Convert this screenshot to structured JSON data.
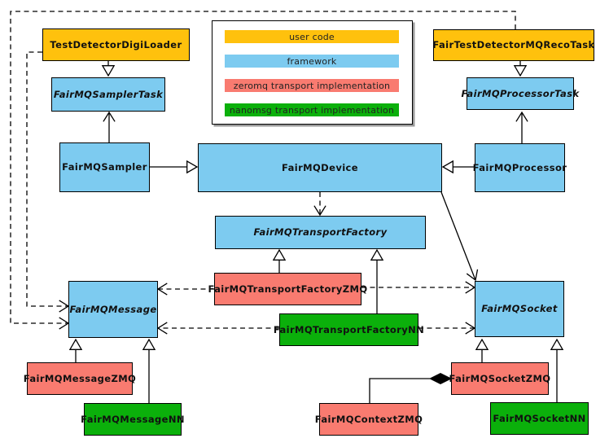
{
  "palette": {
    "user_code": "#FFC10D",
    "framework": "#7DCBF0",
    "zeromq": "#F97B70",
    "nanomsg": "#0BB00B",
    "edge": "#000000",
    "background": "#FFFFFF"
  },
  "legend": {
    "items": [
      {
        "label": "user code",
        "type": "user_code"
      },
      {
        "label": "framework",
        "type": "framework"
      },
      {
        "label": "zeromq transport implementation",
        "type": "zeromq"
      },
      {
        "label": "nanomsg transport implementation",
        "type": "nanomsg"
      }
    ]
  },
  "nodes": {
    "digiLoader": {
      "label": "TestDetectorDigiLoader",
      "type": "user_code",
      "abstract": false
    },
    "recoTask": {
      "label": "FairTestDetectorMQRecoTask",
      "type": "user_code",
      "abstract": false
    },
    "samplerTask": {
      "label": "FairMQSamplerTask",
      "type": "framework",
      "abstract": true
    },
    "processorTask": {
      "label": "FairMQProcessorTask",
      "type": "framework",
      "abstract": true
    },
    "sampler": {
      "label": "FairMQSampler",
      "type": "framework",
      "abstract": false
    },
    "device": {
      "label": "FairMQDevice",
      "type": "framework",
      "abstract": false
    },
    "processor": {
      "label": "FairMQProcessor",
      "type": "framework",
      "abstract": false
    },
    "transportFactory": {
      "label": "FairMQTransportFactory",
      "type": "framework",
      "abstract": true
    },
    "transportFactoryZMQ": {
      "label": "FairMQTransportFactoryZMQ",
      "type": "zeromq",
      "abstract": false
    },
    "transportFactoryNN": {
      "label": "FairMQTransportFactoryNN",
      "type": "nanomsg",
      "abstract": false
    },
    "message": {
      "label": "FairMQMessage",
      "type": "framework",
      "abstract": true
    },
    "socket": {
      "label": "FairMQSocket",
      "type": "framework",
      "abstract": true
    },
    "messageZMQ": {
      "label": "FairMQMessageZMQ",
      "type": "zeromq",
      "abstract": false
    },
    "messageNN": {
      "label": "FairMQMessageNN",
      "type": "nanomsg",
      "abstract": false
    },
    "socketZMQ": {
      "label": "FairMQSocketZMQ",
      "type": "zeromq",
      "abstract": false
    },
    "contextZMQ": {
      "label": "FairMQContextZMQ",
      "type": "zeromq",
      "abstract": false
    },
    "socketNN": {
      "label": "FairMQSocketNN",
      "type": "nanomsg",
      "abstract": false
    }
  },
  "edges": [
    {
      "from": "TestDetectorDigiLoader",
      "to": "FairMQSamplerTask",
      "kind": "inheritance-hollow"
    },
    {
      "from": "FairMQSampler",
      "to": "FairMQSamplerTask",
      "kind": "inheritance-open"
    },
    {
      "from": "FairTestDetectorMQRecoTask",
      "to": "FairMQProcessorTask",
      "kind": "inheritance-hollow"
    },
    {
      "from": "FairMQProcessor",
      "to": "FairMQProcessorTask",
      "kind": "inheritance-open"
    },
    {
      "from": "FairMQSampler",
      "to": "FairMQDevice",
      "kind": "inheritance-hollow"
    },
    {
      "from": "FairMQProcessor",
      "to": "FairMQDevice",
      "kind": "inheritance-hollow"
    },
    {
      "from": "FairMQDevice",
      "to": "FairMQTransportFactory",
      "kind": "dependency-dashed"
    },
    {
      "from": "FairMQDevice",
      "to": "FairMQSocket",
      "kind": "association-open"
    },
    {
      "from": "FairMQTransportFactoryZMQ",
      "to": "FairMQTransportFactory",
      "kind": "inheritance-hollow"
    },
    {
      "from": "FairMQTransportFactoryNN",
      "to": "FairMQTransportFactory",
      "kind": "inheritance-hollow"
    },
    {
      "from": "TestDetectorDigiLoader",
      "to": "FairMQMessage",
      "kind": "dependency-dashed"
    },
    {
      "from": "FairTestDetectorMQRecoTask",
      "to": "FairMQMessage",
      "kind": "dependency-dashed"
    },
    {
      "from": "FairMQTransportFactoryZMQ",
      "to": "FairMQMessage",
      "kind": "dependency-dashed"
    },
    {
      "from": "FairMQTransportFactoryNN",
      "to": "FairMQMessage",
      "kind": "dependency-dashed"
    },
    {
      "from": "FairMQTransportFactoryZMQ",
      "to": "FairMQSocket",
      "kind": "dependency-dashed"
    },
    {
      "from": "FairMQTransportFactoryNN",
      "to": "FairMQSocket",
      "kind": "dependency-dashed"
    },
    {
      "from": "FairMQMessageZMQ",
      "to": "FairMQMessage",
      "kind": "inheritance-hollow"
    },
    {
      "from": "FairMQMessageNN",
      "to": "FairMQMessage",
      "kind": "inheritance-hollow"
    },
    {
      "from": "FairMQSocketZMQ",
      "to": "FairMQSocket",
      "kind": "inheritance-hollow"
    },
    {
      "from": "FairMQSocketNN",
      "to": "FairMQSocket",
      "kind": "inheritance-hollow"
    },
    {
      "from": "FairMQContextZMQ",
      "to": "FairMQSocketZMQ",
      "kind": "aggregation-filled-diamond"
    }
  ]
}
